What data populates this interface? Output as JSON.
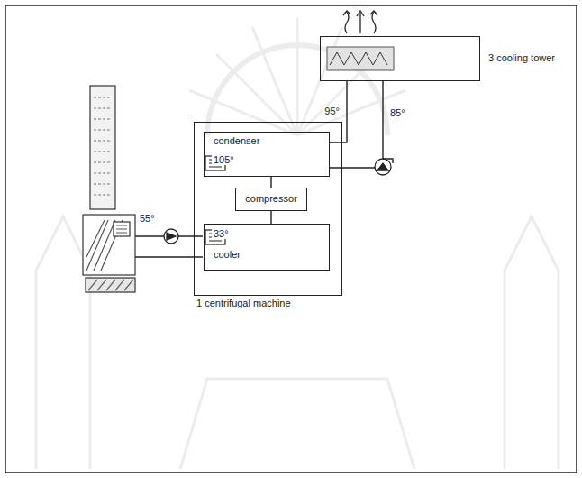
{
  "diagram": {
    "nodes": [
      {
        "text": [
          "1 centrifugal machine"
        ]
      },
      {
        "text": [
          "condenser",
          "105°"
        ],
        "in": 0
      },
      {
        "text": [
          "compressor"
        ],
        "in": 0
      },
      {
        "text": [
          "33°",
          "cooler"
        ],
        "in": 0
      },
      {
        "text": [
          "3 cooling tower"
        ]
      }
    ],
    "edges": [
      {
        "from": 1,
        "to": 4,
        "arrow": "none",
        "label": "95°"
      },
      {
        "from": 4,
        "to": 1,
        "arrow": "none",
        "label": "85°"
      },
      {
        "from": 2,
        "to": 1,
        "arrow": "none"
      },
      {
        "from": 2,
        "to": 3,
        "arrow": "none"
      }
    ],
    "labels": [
      "55°"
    ]
  }
}
